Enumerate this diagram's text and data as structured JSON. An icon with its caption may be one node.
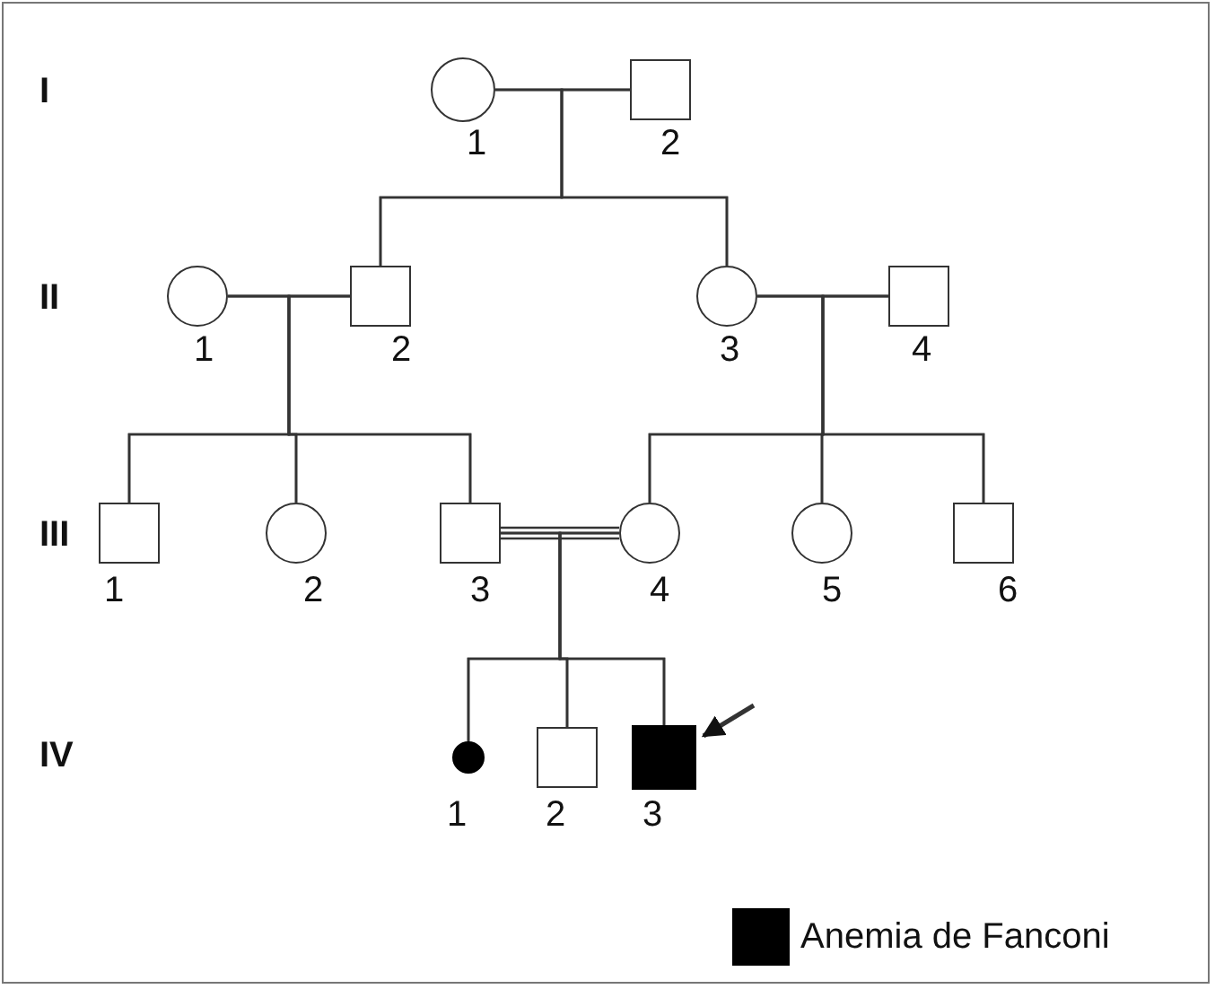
{
  "diagram": {
    "nodes": [
      {
        "text": [],
        "shape": "circle",
        "beside": [
          "1"
        ]
      },
      {
        "text": [],
        "shape": "box",
        "beside": [
          "2"
        ]
      },
      {
        "text": [],
        "shape": "circle",
        "beside": [
          "1"
        ]
      },
      {
        "text": [],
        "shape": "box",
        "beside": [
          "2"
        ]
      },
      {
        "text": [],
        "shape": "circle",
        "beside": [
          "3"
        ]
      },
      {
        "text": [],
        "shape": "box",
        "beside": [
          "4"
        ]
      },
      {
        "text": [],
        "shape": "box",
        "beside": [
          "1"
        ]
      },
      {
        "text": [],
        "shape": "circle",
        "beside": [
          "2"
        ]
      },
      {
        "text": [],
        "shape": "box",
        "beside": [
          "3"
        ]
      },
      {
        "text": [],
        "shape": "circle",
        "beside": [
          "4"
        ]
      },
      {
        "text": [],
        "shape": "circle",
        "beside": [
          "5"
        ]
      },
      {
        "text": [],
        "shape": "box",
        "beside": [
          "6"
        ]
      },
      {
        "text": [],
        "shape": "circle",
        "beside": [
          "1"
        ]
      },
      {
        "text": [],
        "shape": "box",
        "beside": [
          "2"
        ]
      },
      {
        "text": [],
        "shape": "box",
        "beside": [
          "3"
        ]
      }
    ],
    "edges": [
      {
        "from": 0,
        "to": 1,
        "arrow": "none"
      },
      {
        "from": 0,
        "to": 3,
        "arrow": "none"
      },
      {
        "from": 1,
        "to": 3,
        "arrow": "none"
      },
      {
        "from": 0,
        "to": 4,
        "arrow": "none"
      },
      {
        "from": 1,
        "to": 4,
        "arrow": "none"
      },
      {
        "from": 2,
        "to": 3,
        "arrow": "none"
      },
      {
        "from": 4,
        "to": 5,
        "arrow": "none"
      },
      {
        "from": 2,
        "to": 6,
        "arrow": "none"
      },
      {
        "from": 3,
        "to": 6,
        "arrow": "none"
      },
      {
        "from": 2,
        "to": 7,
        "arrow": "none"
      },
      {
        "from": 3,
        "to": 7,
        "arrow": "none"
      },
      {
        "from": 2,
        "to": 8,
        "arrow": "none"
      },
      {
        "from": 3,
        "to": 8,
        "arrow": "none"
      },
      {
        "from": 4,
        "to": 9,
        "arrow": "none"
      },
      {
        "from": 5,
        "to": 9,
        "arrow": "none"
      },
      {
        "from": 4,
        "to": 10,
        "arrow": "none"
      },
      {
        "from": 5,
        "to": 10,
        "arrow": "none"
      },
      {
        "from": 4,
        "to": 11,
        "arrow": "none"
      },
      {
        "from": 5,
        "to": 11,
        "arrow": "none"
      },
      {
        "from": 8,
        "to": 9,
        "arrow": "none"
      },
      {
        "from": 8,
        "to": 12,
        "arrow": "none"
      },
      {
        "from": 9,
        "to": 12,
        "arrow": "none"
      },
      {
        "from": 8,
        "to": 13,
        "arrow": "none"
      },
      {
        "from": 9,
        "to": 13,
        "arrow": "none"
      },
      {
        "from": 8,
        "to": 14,
        "arrow": "none"
      },
      {
        "from": 9,
        "to": 14,
        "arrow": "none"
      },
      {
        "from": null,
        "to": 14,
        "arrow": "to"
      }
    ],
    "labels": [
      "I",
      "II",
      "III",
      "IV"
    ],
    "legend": [
      {
        "text": "Anemia de Fanconi",
        "color": "#000000"
      }
    ]
  }
}
